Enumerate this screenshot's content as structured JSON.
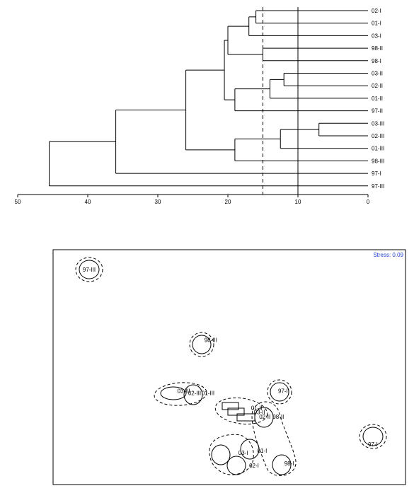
{
  "chart_data": [
    {
      "type": "dendrogram",
      "leaves": [
        "02-I",
        "01-I",
        "03-I",
        "98-II",
        "98-I",
        "03-II",
        "02-II",
        "01-II",
        "97-II",
        "03-III",
        "02-III",
        "01-III",
        "98-III",
        "97-I",
        "97-III"
      ],
      "merges": [
        {
          "a": "02-I",
          "b": "01-I",
          "height": 16,
          "id": "g1"
        },
        {
          "a": "g1",
          "b": "03-I",
          "height": 17,
          "id": "g2"
        },
        {
          "a": "98-II",
          "b": "98-I",
          "height": 15,
          "id": "g3"
        },
        {
          "a": "g2",
          "b": "g3",
          "height": 20,
          "id": "g4"
        },
        {
          "a": "03-II",
          "b": "02-II",
          "height": 12,
          "id": "g5"
        },
        {
          "a": "g5",
          "b": "01-II",
          "height": 14,
          "id": "g6"
        },
        {
          "a": "g6",
          "b": "97-II",
          "height": 19,
          "id": "g7"
        },
        {
          "a": "g4",
          "b": "g7",
          "height": 20.5,
          "id": "g8"
        },
        {
          "a": "03-III",
          "b": "02-III",
          "height": 7,
          "id": "g9"
        },
        {
          "a": "g9",
          "b": "01-III",
          "height": 12.5,
          "id": "g10"
        },
        {
          "a": "g10",
          "b": "98-III",
          "height": 19,
          "id": "g11"
        },
        {
          "a": "g8",
          "b": "g11",
          "height": 26,
          "id": "g12"
        },
        {
          "a": "g12",
          "b": "97-I",
          "height": 36,
          "id": "g13"
        },
        {
          "a": "g13",
          "b": "97-III",
          "height": 45.5,
          "id": "g14"
        }
      ],
      "x_ticks": [
        50,
        40,
        30,
        20,
        10,
        0
      ],
      "xlim": [
        50,
        0
      ],
      "reference_lines": [
        {
          "value": 10,
          "style": "solid"
        },
        {
          "value": 15,
          "style": "dashed"
        }
      ]
    },
    {
      "type": "scatter",
      "stress_label": "Stress: 0.09",
      "points": [
        {
          "label": "97-III",
          "x": -4.45,
          "y": 4.3
        },
        {
          "label": "98-III",
          "x": -2.2,
          "y": 2.65
        },
        {
          "label": "03-III",
          "x": -2.7,
          "y": 1.45
        },
        {
          "label": "02-III",
          "x": -2.5,
          "y": 1.4
        },
        {
          "label": "01-III",
          "x": -2.25,
          "y": 1.4
        },
        {
          "label": "97-II",
          "x": -0.85,
          "y": 1.45
        },
        {
          "label": "01-II",
          "x": -1.35,
          "y": 1.05
        },
        {
          "label": "03-II",
          "x": -1.3,
          "y": 0.95
        },
        {
          "label": "02-II",
          "x": -1.2,
          "y": 0.85
        },
        {
          "label": "98-II",
          "x": -0.95,
          "y": 0.85
        },
        {
          "label": "97-I",
          "x": 0.8,
          "y": 0.2
        },
        {
          "label": "03-I",
          "x": -1.6,
          "y": 0.0
        },
        {
          "label": "01-I",
          "x": -1.25,
          "y": 0.05
        },
        {
          "label": "02-I",
          "x": -1.4,
          "y": -0.3
        },
        {
          "label": "98-I",
          "x": -0.75,
          "y": -0.25
        }
      ]
    }
  ]
}
